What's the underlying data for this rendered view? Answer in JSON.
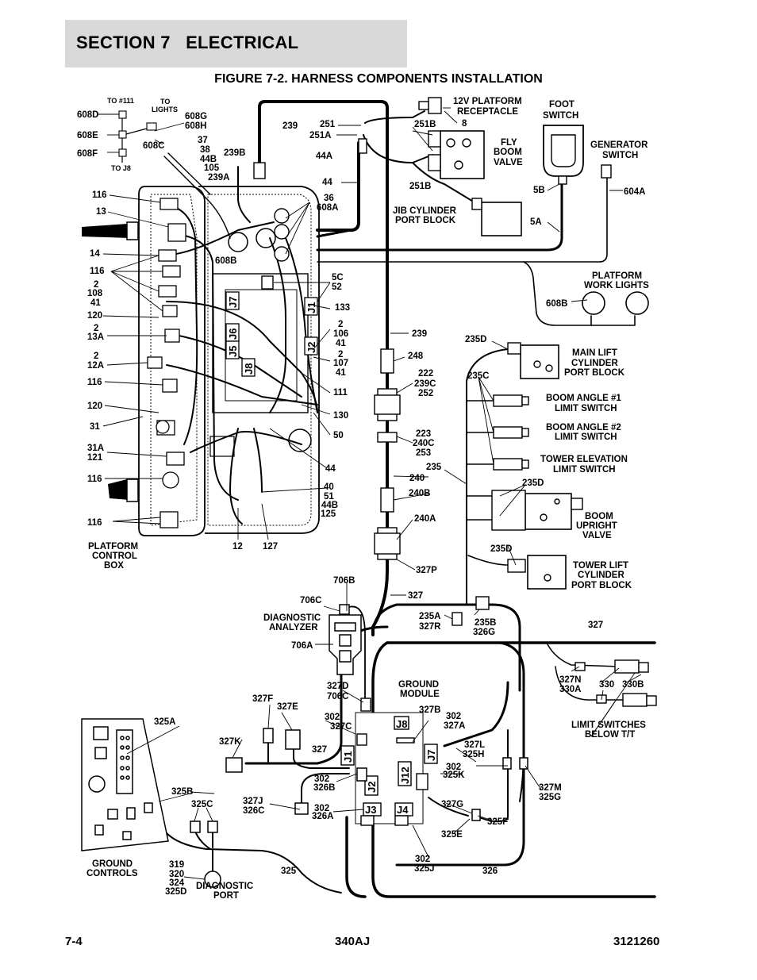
{
  "header": {
    "section_label": "SECTION 7   ELECTRICAL"
  },
  "figure": {
    "title": "FIGURE 7-2. HARNESS COMPONENTS INSTALLATION"
  },
  "footer": {
    "page_number": "7-4",
    "model": "340AJ",
    "doc_number": "3121260"
  },
  "components": {
    "platform_receptacle": [
      "12V PLATFORM",
      "RECEPTACLE"
    ],
    "foot_switch": [
      "FOOT",
      "SWITCH"
    ],
    "fly_boom_valve": [
      "FLY",
      "BOOM",
      "VALVE"
    ],
    "generator_switch": [
      "GENERATOR",
      "SWITCH"
    ],
    "jib_cylinder": [
      "JIB CYLINDER",
      "PORT BLOCK"
    ],
    "platform_work_lights": [
      "PLATFORM",
      "WORK LIGHTS"
    ],
    "main_lift": [
      "MAIN LIFT",
      "CYLINDER",
      "PORT BLOCK"
    ],
    "boom_angle_1": [
      "BOOM ANGLE #1",
      "LIMIT SWITCH"
    ],
    "boom_angle_2": [
      "BOOM ANGLE #2",
      "LIMIT SWITCH"
    ],
    "tower_elevation": [
      "TOWER ELEVATION",
      "LIMIT SWITCH"
    ],
    "boom_upright": [
      "BOOM",
      "UPRIGHT",
      "VALVE"
    ],
    "tower_lift": [
      "TOWER LIFT",
      "CYLINDER",
      "PORT BLOCK"
    ],
    "platform_control_box": [
      "PLATFORM",
      "CONTROL",
      "BOX"
    ],
    "diagnostic_analyzer": [
      "DIAGNOSTIC",
      "ANALYZER"
    ],
    "ground_module": [
      "GROUND",
      "MODULE"
    ],
    "limit_switches": [
      "LIMIT SWITCHES",
      "BELOW T/T"
    ],
    "ground_controls": [
      "GROUND",
      "CONTROLS"
    ],
    "diagnostic_port": [
      "DIAGNOSTIC",
      "PORT"
    ]
  },
  "connectors": {
    "platform": [
      "J7",
      "J6",
      "J5",
      "J8",
      "J1",
      "J2"
    ],
    "ground": [
      "J8",
      "J1",
      "J7",
      "J2",
      "J12",
      "J3",
      "J4"
    ]
  },
  "callouts": {
    "c608d": "608D",
    "to111": "TO #111",
    "to_lights": [
      "TO",
      "LIGHTS"
    ],
    "c608g": "608G",
    "c608h": "608H",
    "c608e": "608E",
    "c608f": "608F",
    "c608c": "608C",
    "to_j8": "TO J8",
    "c239": "239",
    "c251": "251",
    "c251a": "251A",
    "c251b_top": "251B",
    "c8": "8",
    "c37": "37",
    "c38": "38",
    "c44b_top": "44B",
    "c105": "105",
    "c239b": "239B",
    "c239a": "239A",
    "c44a": "44A",
    "c44_top": "44",
    "c251b_low": "251B",
    "c36": "36",
    "c608a": "608A",
    "c5b": "5B",
    "c604a": "604A",
    "c5a": "5A",
    "c116_a": "116",
    "c13": "13",
    "c14": "14",
    "c116_b": "116",
    "c608b_l": "608B",
    "c2_a": "2",
    "c108": "108",
    "c41_a": "41",
    "c120_a": "120",
    "c2_b": "2",
    "c13a": "13A",
    "c2_c": "2",
    "c12a": "12A",
    "c116_c": "116",
    "c120_b": "120",
    "c31": "31",
    "c31a": "31A",
    "c121": "121",
    "c116_d": "116",
    "c116_e": "116",
    "c5c": "5C",
    "c52": "52",
    "c133": "133",
    "c2_d": "2",
    "c106": "106",
    "c41_b": "41",
    "c2_e": "2",
    "c107": "107",
    "c41_c": "41",
    "c111": "111",
    "c130": "130",
    "c50": "50",
    "c44_mid": "44",
    "c40": "40",
    "c51": "51",
    "c44b_mid": "44B",
    "c125": "125",
    "c12": "12",
    "c127": "127",
    "c608b_r": "608B",
    "c239_mid": "239",
    "c248": "248",
    "c222": "222",
    "c239c": "239C",
    "c252": "252",
    "c223": "223",
    "c240c": "240C",
    "c253": "253",
    "c235": "235",
    "c240": "240",
    "c240b": "240B",
    "c240a": "240A",
    "c327p": "327P",
    "c327_a": "327",
    "c235d_a": "235D",
    "c235c": "235C",
    "c235d_b": "235D",
    "c235d_c": "235D",
    "c706b": "706B",
    "c706c_a": "706C",
    "c706a": "706A",
    "c235a": "235A",
    "c327r": "327R",
    "c235b": "235B",
    "c326g": "326G",
    "c327_b": "327",
    "c327n": "327N",
    "c330a": "330A",
    "c330": "330",
    "c330b": "330B",
    "c327d": "327D",
    "c706c_b": "706C",
    "c302_a": "302",
    "c327c": "327C",
    "c327b": "327B",
    "c302_b": "302",
    "c327a": "327A",
    "c327f": "327F",
    "c327e": "327E",
    "c327k": "327K",
    "c327_c": "327",
    "c327l": "327L",
    "c325h": "325H",
    "c302_c": "302",
    "c325k": "325K",
    "c302_d": "302",
    "c326b": "326B",
    "c327j": "327J",
    "c326c": "326C",
    "c302_e": "302",
    "c326a": "326A",
    "c327m": "327M",
    "c325g": "325G",
    "c327g": "327G",
    "c325f": "325F",
    "c325e": "325E",
    "c325a": "325A",
    "c325b": "325B",
    "c325c": "325C",
    "c302_f": "302",
    "c325j": "325J",
    "c326": "326",
    "c325": "325",
    "c319": "319",
    "c320": "320",
    "c324": "324",
    "c325d": "325D"
  }
}
